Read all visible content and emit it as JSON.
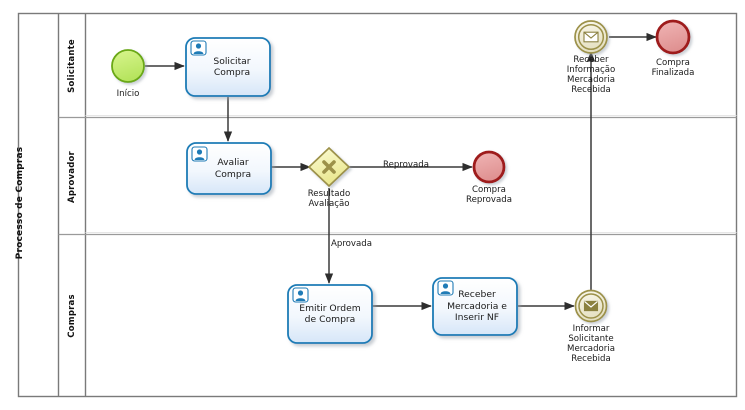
{
  "diagram": {
    "type": "bpmn-process-diagram",
    "pool": {
      "title": "Processo de Compras",
      "lanes": [
        {
          "id": "solicitante",
          "label": "Solicitante"
        },
        {
          "id": "aprovador",
          "label": "Aprovador"
        },
        {
          "id": "compras",
          "label": "Compras"
        }
      ]
    },
    "colors": {
      "task_border": "#1f7bb6",
      "task_fill_top": "#ffffff",
      "task_fill_bottom": "#dbe8f7",
      "task_icon": "#1f7bb6",
      "start_event_border": "#6aa818",
      "start_event_fill": "#c9ee79",
      "end_event_border": "#9e1a1a",
      "end_event_fill": "#e9a3a3",
      "message_event_border": "#9c9149",
      "message_event_fill": "#f2efdc",
      "gateway_border": "#9c9149",
      "gateway_fill": "#f2ef9a",
      "gateway_symbol": "#9c9149",
      "flow_line": "#3a3a3a",
      "pool_border": "#7a7a7a",
      "lane_border": "#9a9a9a",
      "background": "#ffffff"
    },
    "elements": {
      "start_event": {
        "name": "Início",
        "kind": "start-event"
      },
      "task_solicitar": {
        "name": "Solicitar\nCompra",
        "kind": "user-task"
      },
      "task_avaliar": {
        "name": "Avaliar\nCompra",
        "kind": "user-task"
      },
      "gateway_resultado": {
        "name": "Resultado\nAvaliação",
        "kind": "exclusive-gateway"
      },
      "end_reprovada": {
        "name": "Compra\nReprovada",
        "kind": "end-event"
      },
      "task_emitir": {
        "name": "Emitir Ordem\nde Compra",
        "kind": "user-task"
      },
      "task_receber_mercadoria": {
        "name": "Receber\nMercadoria e\nInserir NF",
        "kind": "user-task"
      },
      "event_informar": {
        "name": "Informar\nSolicitante\nMercadoria\nRecebida",
        "kind": "intermediate-message-throw-event"
      },
      "event_receber_info": {
        "name": "Receber\nInformação\nMercadoria\nRecebida",
        "kind": "intermediate-message-catch-event"
      },
      "end_finalizada": {
        "name": "Compra\nFinalizada",
        "kind": "end-event"
      }
    },
    "flows": [
      {
        "id": "f1",
        "label": "",
        "from": "start_event",
        "to": "task_solicitar"
      },
      {
        "id": "f2",
        "label": "",
        "from": "task_solicitar",
        "to": "task_avaliar"
      },
      {
        "id": "f3",
        "label": "",
        "from": "task_avaliar",
        "to": "gateway_resultado"
      },
      {
        "id": "f4",
        "label": "Reprovada",
        "from": "gateway_resultado",
        "to": "end_reprovada"
      },
      {
        "id": "f5",
        "label": "Aprovada",
        "from": "gateway_resultado",
        "to": "task_emitir"
      },
      {
        "id": "f6",
        "label": "",
        "from": "task_emitir",
        "to": "task_receber_mercadoria"
      },
      {
        "id": "f7",
        "label": "",
        "from": "task_receber_mercadoria",
        "to": "event_informar"
      },
      {
        "id": "f8",
        "label": "",
        "from": "event_informar",
        "to": "event_receber_info"
      },
      {
        "id": "f9",
        "label": "",
        "from": "event_receber_info",
        "to": "end_finalizada"
      }
    ]
  }
}
